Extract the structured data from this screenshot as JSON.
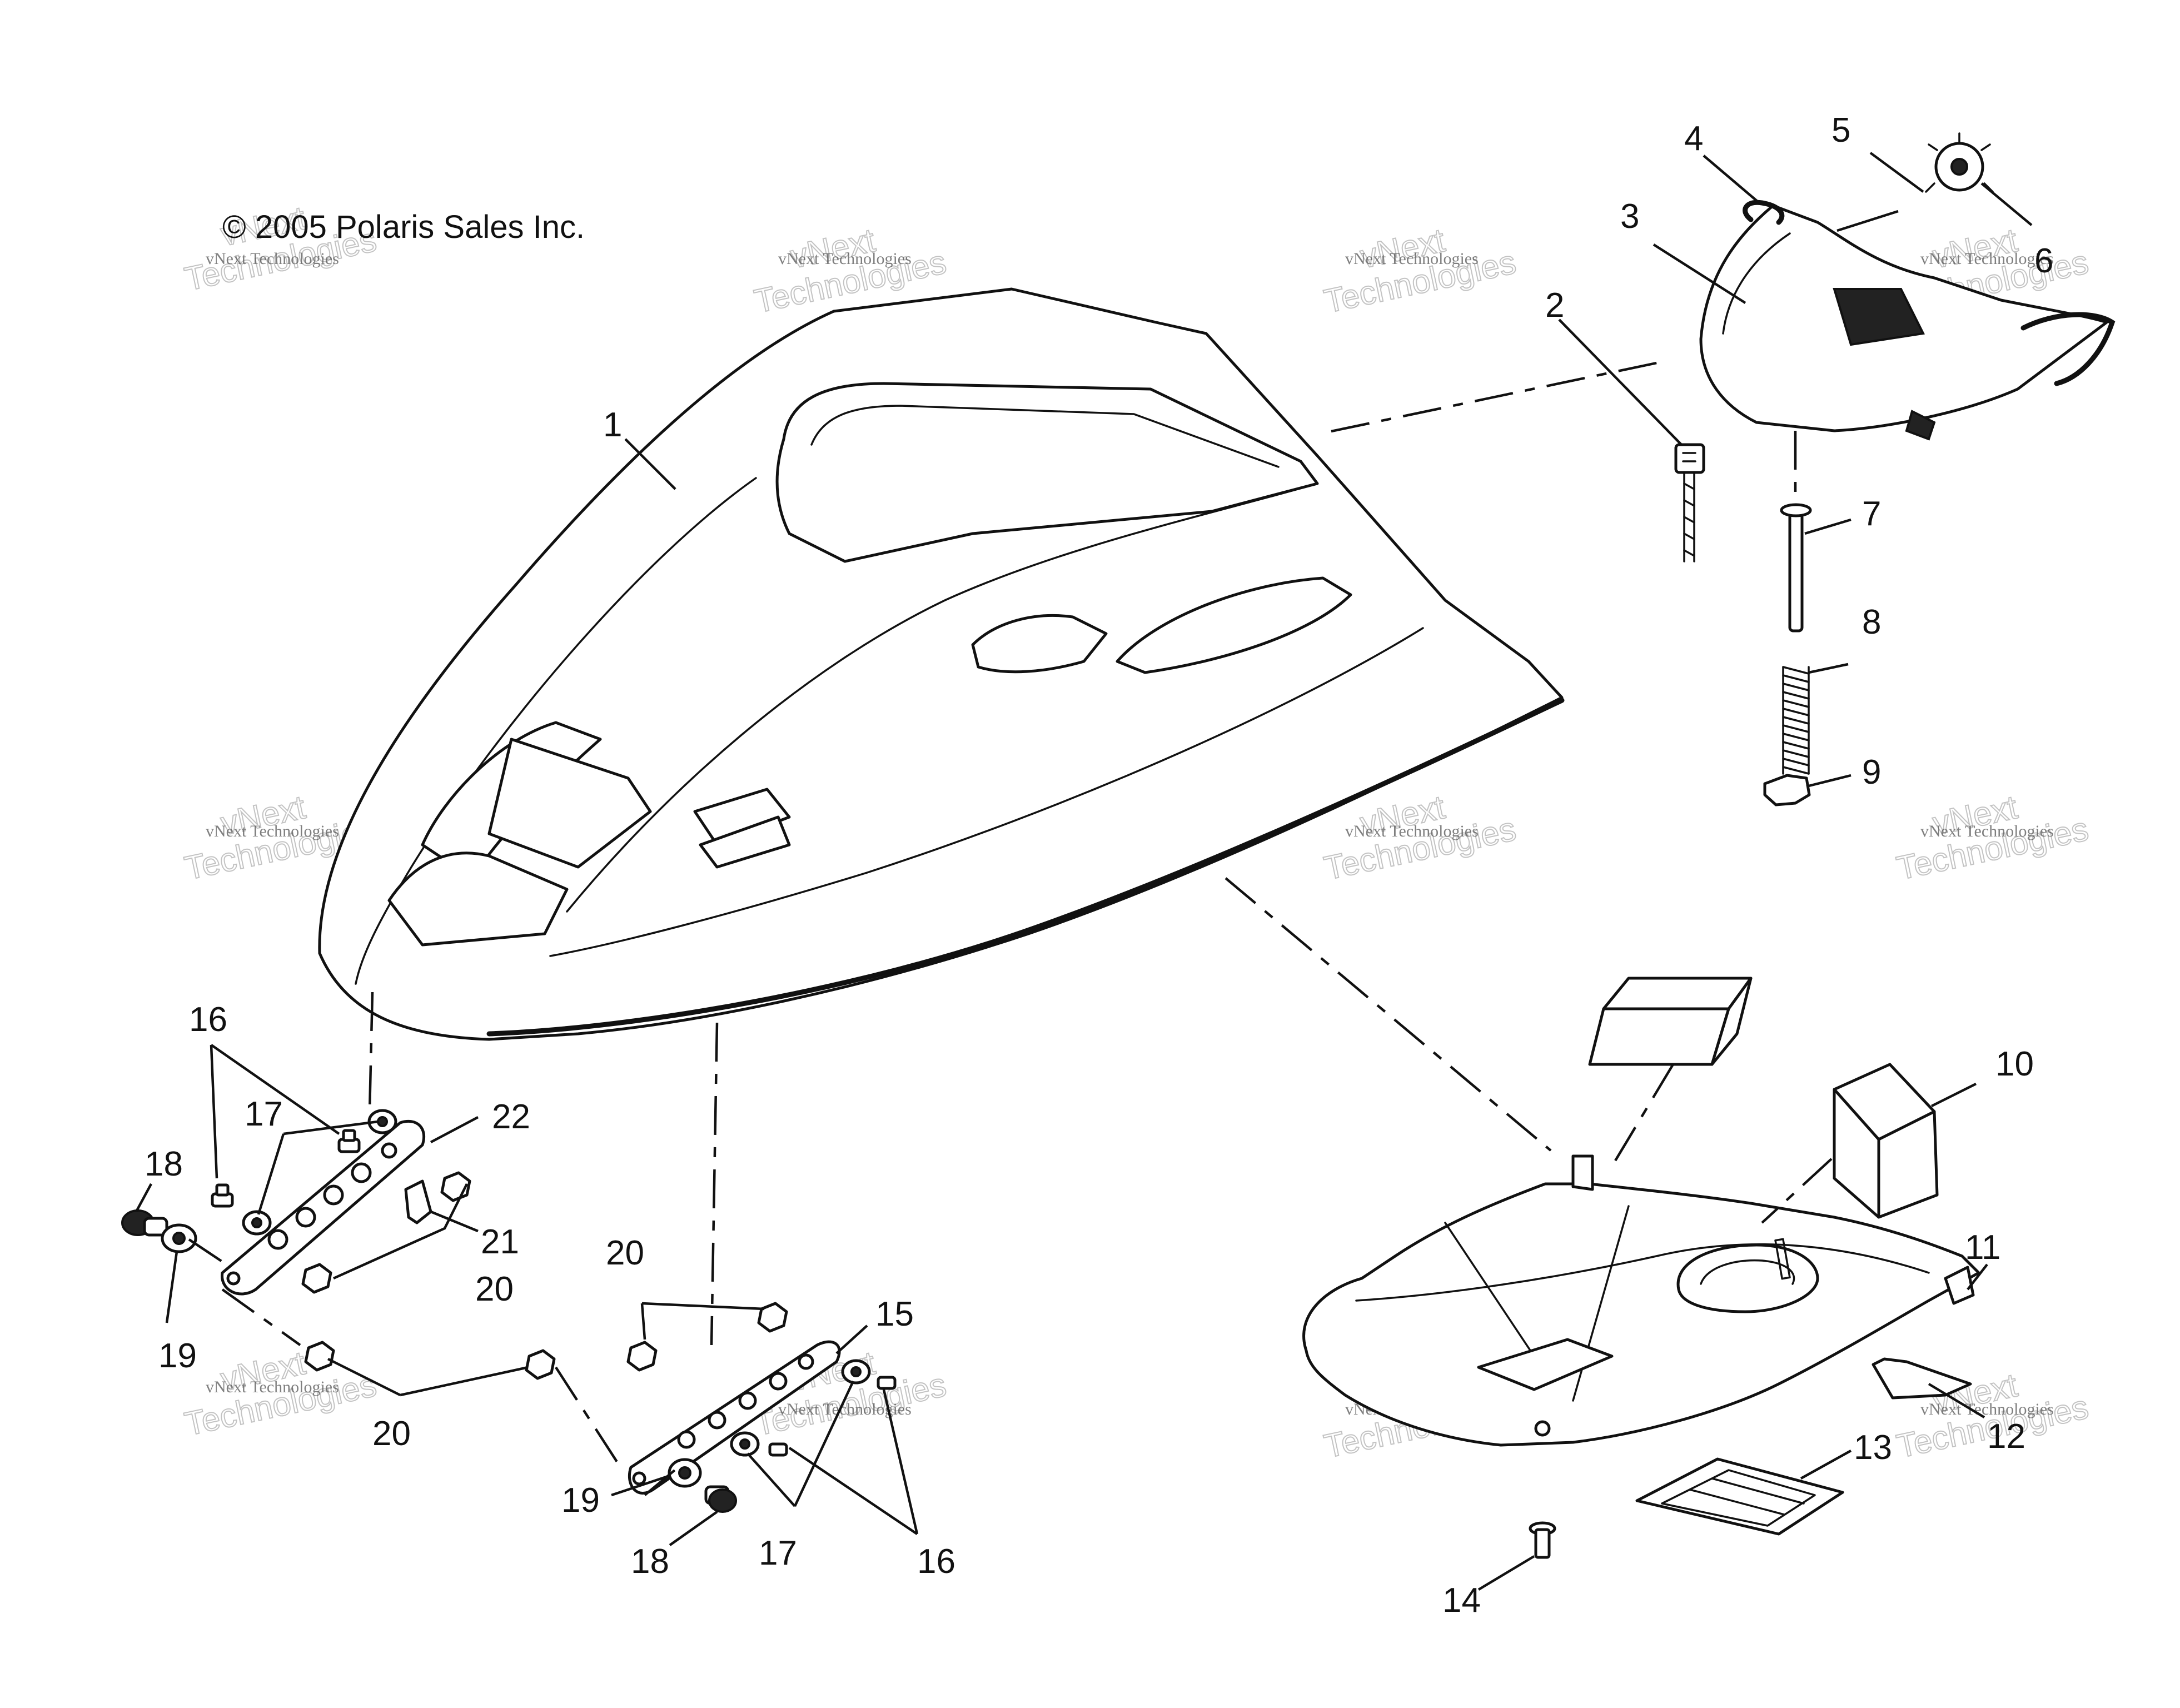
{
  "copyright": "© 2005 Polaris Sales Inc.",
  "watermark": {
    "small_text": "vNext Technologies",
    "big_line1": "vNext",
    "big_line2": "Technologies"
  },
  "callouts": {
    "c1": "1",
    "c2": "2",
    "c3": "3",
    "c4": "4",
    "c5": "5",
    "c6": "6",
    "c7": "7",
    "c8": "8",
    "c9": "9",
    "c10": "10",
    "c11": "11",
    "c12": "12",
    "c13": "13",
    "c14": "14",
    "c15": "15",
    "c16a": "16",
    "c16b": "16",
    "c17a": "17",
    "c17b": "17",
    "c18a": "18",
    "c18b": "18",
    "c19a": "19",
    "c19b": "19",
    "c20a": "20",
    "c20b": "20",
    "c20c": "20",
    "c21": "21",
    "c22": "22"
  },
  "colors": {
    "line": "#111111",
    "background": "#ffffff",
    "watermark": "#bdbdbd"
  }
}
